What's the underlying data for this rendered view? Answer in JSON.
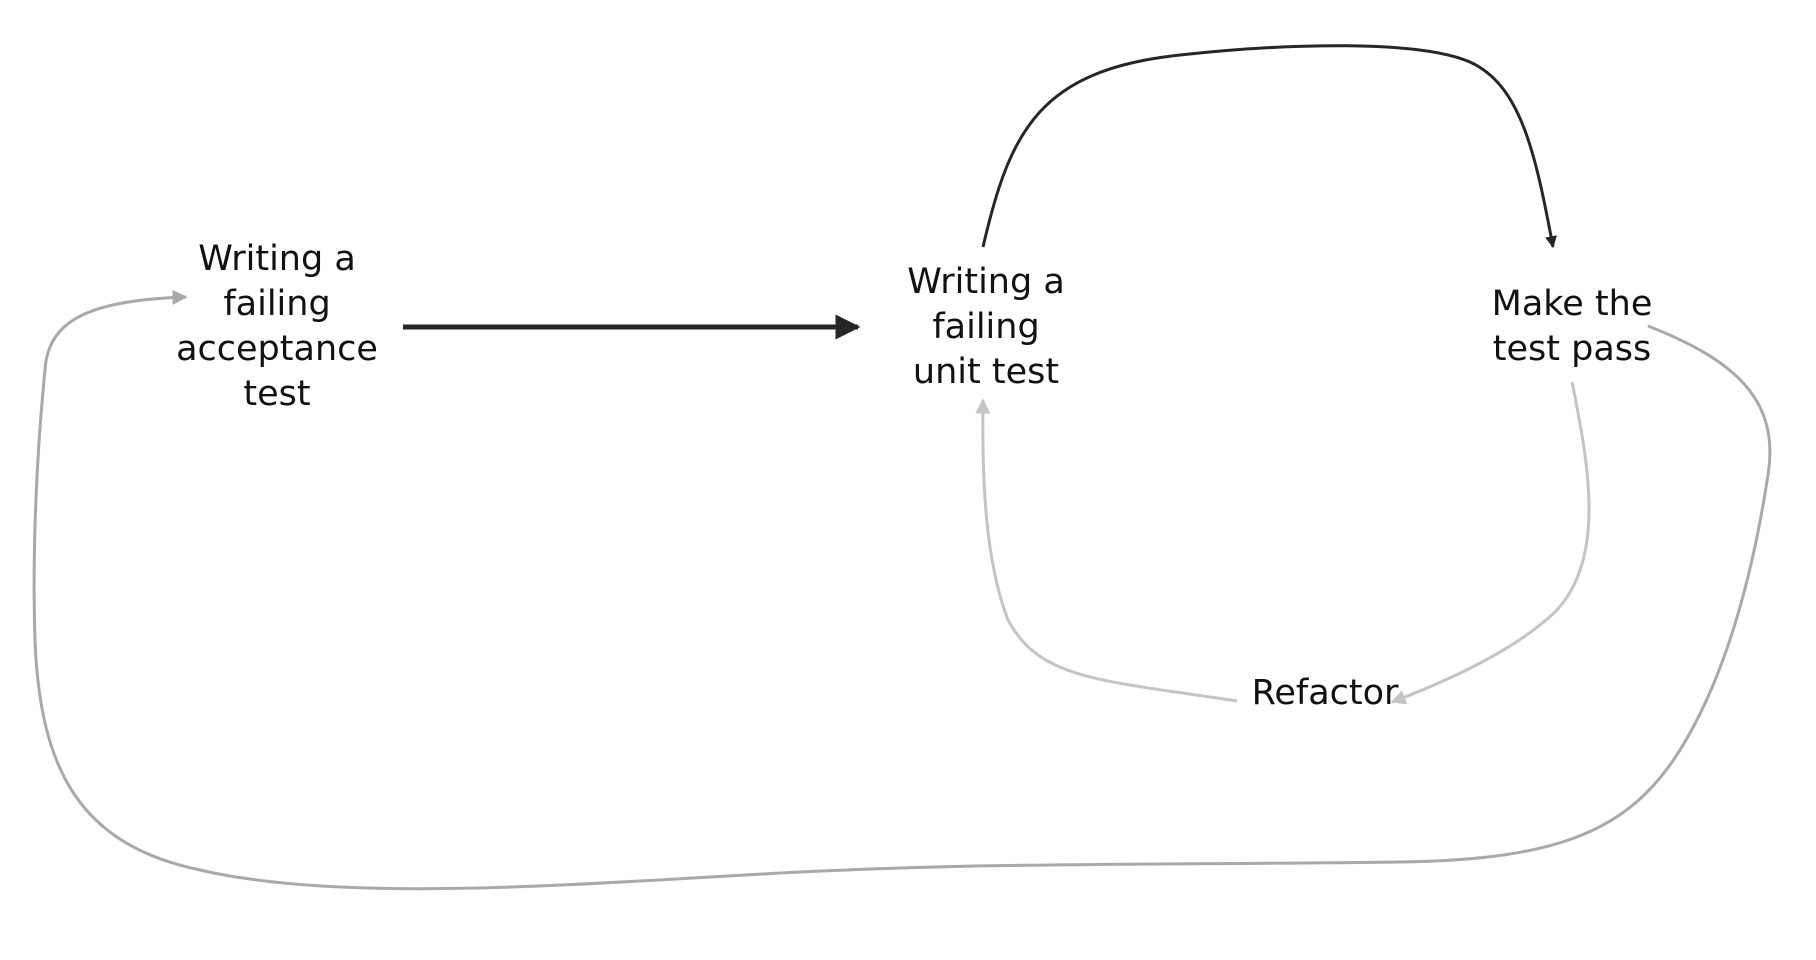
{
  "nodes": {
    "acceptance": {
      "lines": [
        "Writing a",
        "failing",
        "acceptance",
        "test"
      ]
    },
    "unit": {
      "lines": [
        "Writing a",
        "failing",
        "unit test"
      ]
    },
    "pass": {
      "lines": [
        "Make the",
        "test pass"
      ]
    },
    "refactor": {
      "lines": [
        "Refactor"
      ]
    }
  },
  "edges": [
    {
      "from": "acceptance",
      "to": "unit",
      "color": "#262626"
    },
    {
      "from": "unit",
      "to": "pass",
      "color": "#262626"
    },
    {
      "from": "pass",
      "to": "refactor",
      "color": "#c4c4c4"
    },
    {
      "from": "refactor",
      "to": "unit",
      "color": "#c4c4c4"
    },
    {
      "from": "pass",
      "to": "acceptance",
      "color": "#a9a9a9"
    }
  ]
}
